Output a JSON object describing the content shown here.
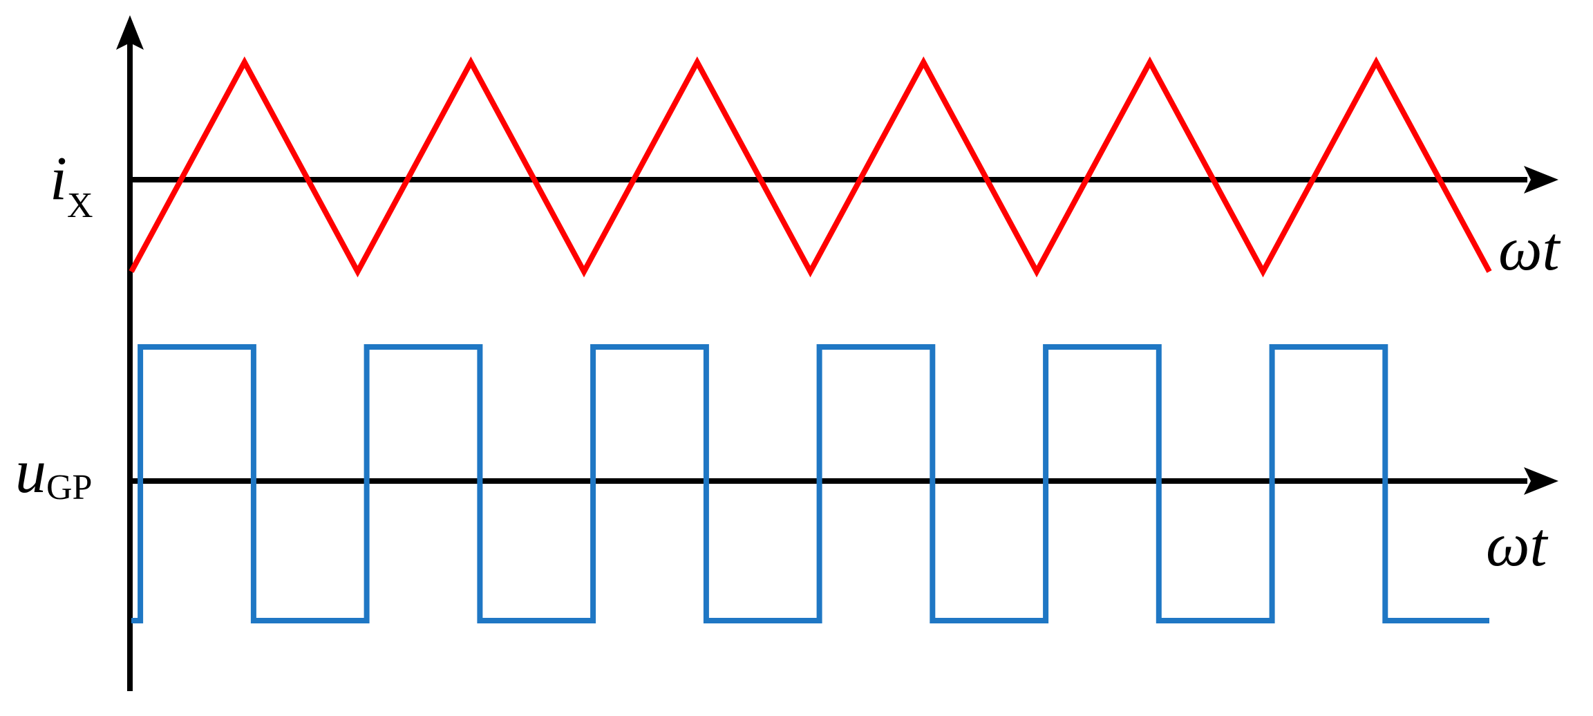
{
  "labels": {
    "current_main": "i",
    "current_sub": "X",
    "voltage_main": "u",
    "voltage_sub": "GP",
    "axis_top": "ωt",
    "axis_bottom": "ωt"
  },
  "waveforms": {
    "current": {
      "shape": "triangle",
      "cycles": 6,
      "color": "#ff0000"
    },
    "voltage": {
      "shape": "square",
      "cycles": 6,
      "color": "#1f77c4"
    }
  },
  "colors": {
    "axis": "#000000"
  }
}
